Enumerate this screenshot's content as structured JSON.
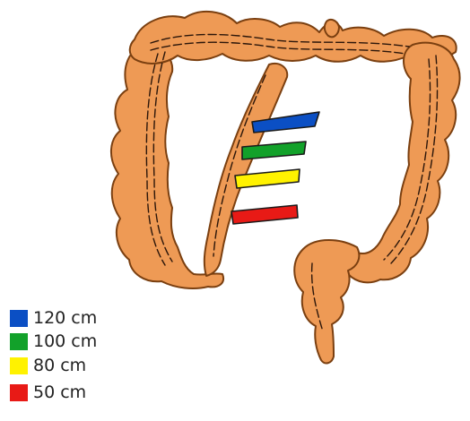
{
  "colors": {
    "colon_fill": "#EE9A55",
    "colon_outline": "#7A3F10",
    "inner_line": "#2B160A"
  },
  "markers": [
    {
      "name": "marker-120cm",
      "color": "#0B4FC4"
    },
    {
      "name": "marker-100cm",
      "color": "#12A12A"
    },
    {
      "name": "marker-80cm",
      "color": "#FFF200"
    },
    {
      "name": "marker-50cm",
      "color": "#E81A16"
    }
  ],
  "legend": {
    "items": [
      {
        "label": "120 cm",
        "color": "#0B4FC4"
      },
      {
        "label": "100 cm",
        "color": "#12A12A"
      },
      {
        "label": "80 cm",
        "color": "#FFF200"
      },
      {
        "label": "50 cm",
        "color": "#E81A16"
      }
    ]
  }
}
